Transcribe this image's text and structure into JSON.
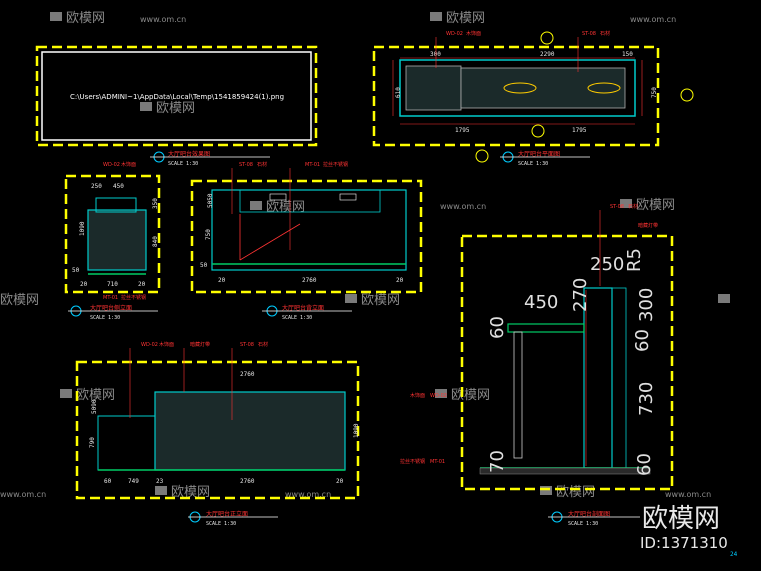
{
  "image_path_text": "C:\\Users\\ADMINI~1\\AppData\\Local\\Temp\\1541859424(1).png",
  "watermark": {
    "brand": "欧模网",
    "site": "www.om.cn"
  },
  "corner": {
    "brand": "欧模网",
    "id": "ID:1371310",
    "page": "24"
  },
  "titles": {
    "t1": "大厅吧台效果图",
    "t2": "大厅吧台平面图",
    "t3": "大厅吧台侧立面",
    "t4": "大厅吧台背立面",
    "t5": "大厅吧台正立面",
    "t6": "大厅吧台剖面图",
    "scale": "SCALE 1:30"
  },
  "tags": {
    "wd": "WD-02",
    "st": "ST-08",
    "mt": "MT-01",
    "wood": "木饰面",
    "stone": "石材",
    "steel": "拉丝不锈钢",
    "lamp": "暗藏灯带"
  },
  "plan": {
    "d300": "300",
    "d2290": "2290",
    "d150": "150",
    "d610": "610",
    "d750": "750",
    "d1795a": "1795",
    "d1795b": "1795"
  },
  "side": {
    "d250": "250",
    "d450": "450",
    "d350": "350",
    "d1090": "1090",
    "d840": "840",
    "d20a": "20",
    "d710": "710",
    "d20b": "20",
    "d50": "50"
  },
  "back": {
    "d5050": "5050",
    "d750": "750",
    "d50": "50",
    "d20a": "20",
    "d2760": "2760",
    "d20b": "20"
  },
  "front": {
    "d2760": "2760",
    "d5090": "5090",
    "d790": "790",
    "d1090": "1090",
    "d60": "60",
    "d749": "749",
    "d23": "23",
    "d2760b": "2760",
    "d20": "20"
  },
  "section": {
    "d250": "250",
    "r5": "R5",
    "d450": "450",
    "d270": "270",
    "d60a": "60",
    "d300": "300",
    "d60b": "60",
    "d730": "730",
    "d70": "70",
    "d60c": "60"
  }
}
